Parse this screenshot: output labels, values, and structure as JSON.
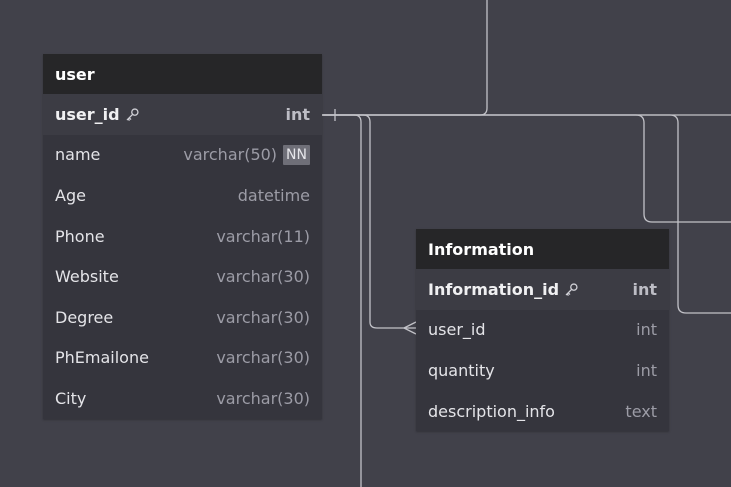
{
  "tables": {
    "user": {
      "name": "user",
      "columns": [
        {
          "name": "user_id",
          "type": "int"
        },
        {
          "name": "name",
          "type": "varchar(50)",
          "badge": "NN"
        },
        {
          "name": "Age",
          "type": "datetime"
        },
        {
          "name": "Phone",
          "type": "varchar(11)"
        },
        {
          "name": "Website",
          "type": "varchar(30)"
        },
        {
          "name": "Degree",
          "type": "varchar(30)"
        },
        {
          "name": "PhEmailone",
          "type": "varchar(30)"
        },
        {
          "name": "City",
          "type": "varchar(30)"
        }
      ]
    },
    "information": {
      "name": "Information",
      "columns": [
        {
          "name": "Information_id",
          "type": "int"
        },
        {
          "name": "user_id",
          "type": "int"
        },
        {
          "name": "quantity",
          "type": "int"
        },
        {
          "name": "description_info",
          "type": "text"
        }
      ]
    }
  },
  "icons": {
    "primary_key": "key-icon"
  },
  "colors": {
    "canvas": "#41414a",
    "table_body": "#35353d",
    "table_header": "#262628",
    "connector": "#c2c2c8"
  }
}
